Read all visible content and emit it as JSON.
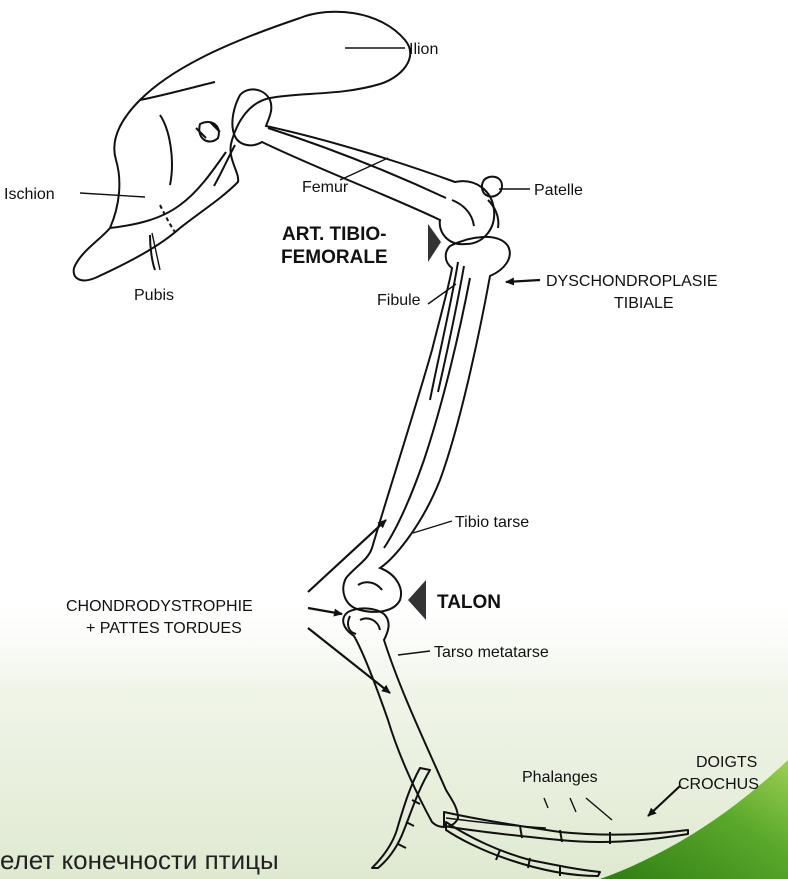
{
  "labels": {
    "ilion": "Ilion",
    "femur": "Femur",
    "patelle": "Patelle",
    "ischion": "Ischion",
    "pubis": "Pubis",
    "art_line1": "ART. TIBIO-",
    "art_line2": "FEMORALE",
    "dyschondro_line1": "DYSCHONDROPLASIE",
    "dyschondro_line2": "TIBIALE",
    "fibule": "Fibule",
    "tibio_tarse": "Tibio tarse",
    "talon": "TALON",
    "chondro_line1": "CHONDRODYSTROPHIE",
    "chondro_line2": "+ PATTES TORDUES",
    "tarso_metatarse": "Tarso metatarse",
    "phalanges": "Phalanges",
    "doigts_line1": "DOIGTS",
    "doigts_line2": "CROCHUS"
  },
  "caption": "елет конечности птицы",
  "colors": {
    "ink": "#111111",
    "background": "#ffffff",
    "wash": "#e6eedb",
    "swoosh_dark": "#3d8f1d",
    "swoosh_light": "#8cc63f"
  }
}
